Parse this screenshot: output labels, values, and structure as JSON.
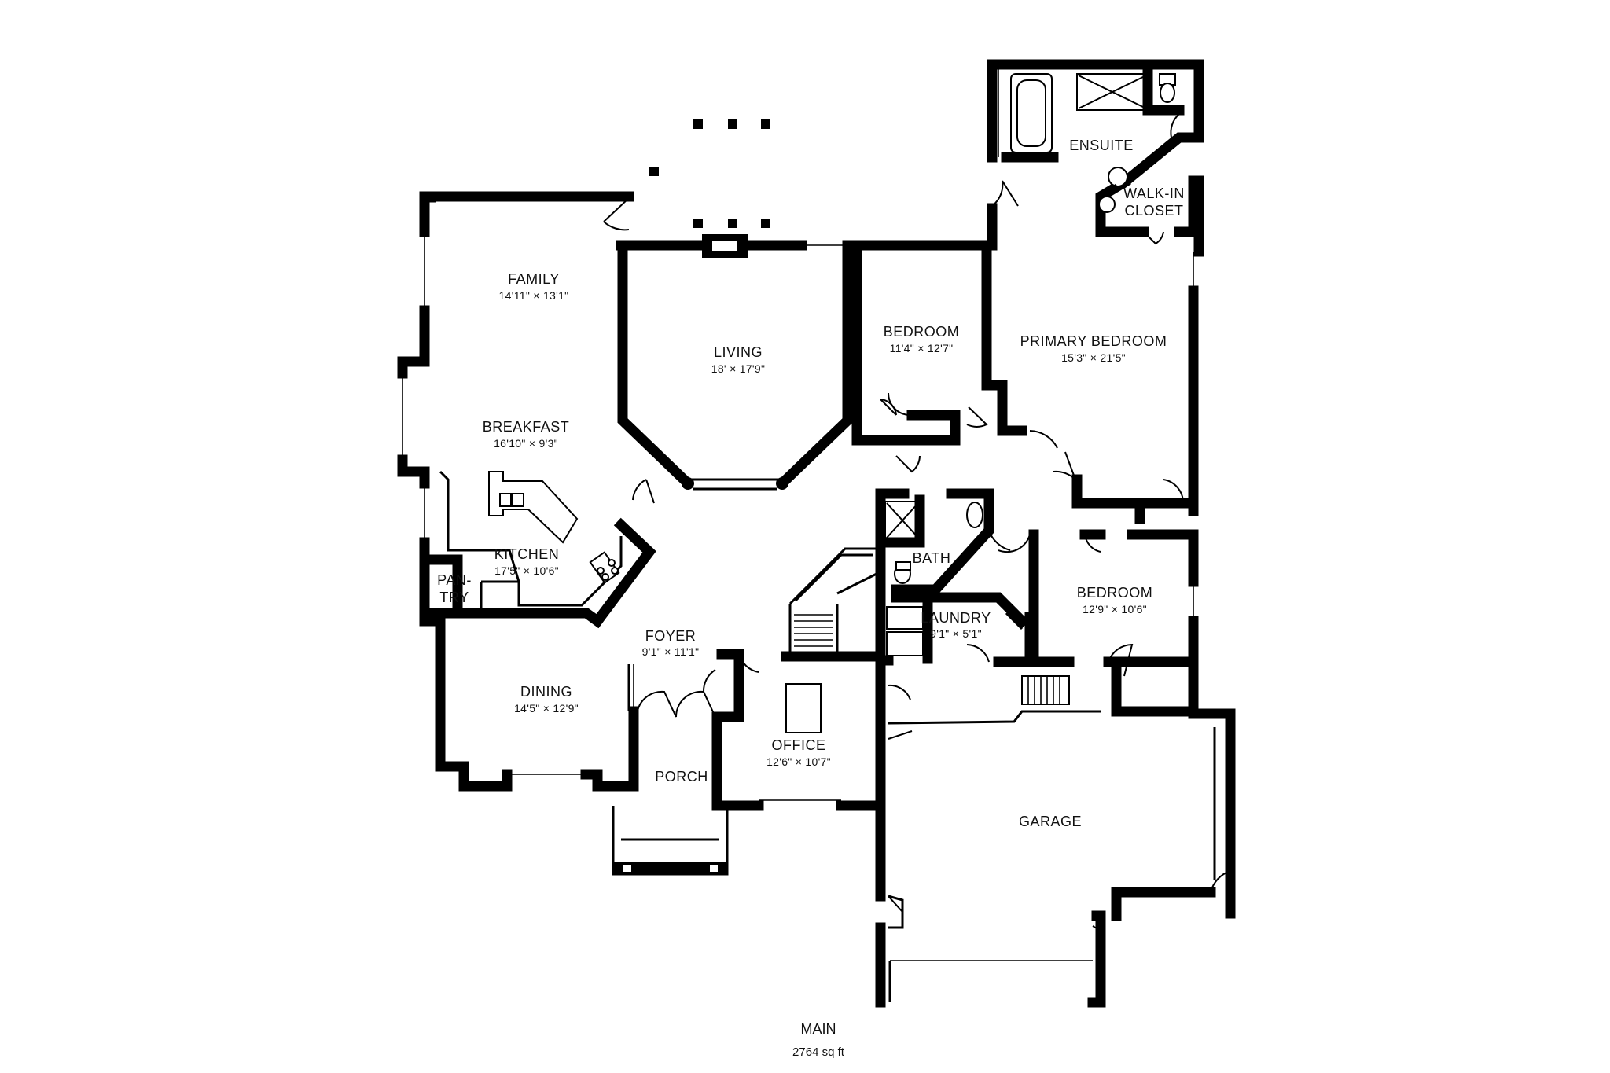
{
  "floor": {
    "name": "MAIN",
    "area": "2764 sq ft"
  },
  "rooms": {
    "family": {
      "name": "FAMILY",
      "dims": "14'11\" × 13'1\""
    },
    "breakfast": {
      "name": "BREAKFAST",
      "dims": "16'10\" × 9'3\""
    },
    "kitchen": {
      "name": "KITCHEN",
      "dims": "17'5\" × 10'6\""
    },
    "pantry": {
      "name_line1": "PAN-",
      "name_line2": "TRY"
    },
    "living": {
      "name": "LIVING",
      "dims": "18' × 17'9\""
    },
    "bedroom_a": {
      "name": "BEDROOM",
      "dims": "11'4\" × 12'7\""
    },
    "primary_bedroom": {
      "name": "PRIMARY BEDROOM",
      "dims": "15'3\" × 21'5\""
    },
    "ensuite": {
      "name": "ENSUITE"
    },
    "walkin_closet": {
      "name_line1": "WALK-IN",
      "name_line2": "CLOSET"
    },
    "bath": {
      "name": "BATH"
    },
    "laundry": {
      "name": "LAUNDRY",
      "dims": "9'1\" × 5'1\""
    },
    "bedroom_b": {
      "name": "BEDROOM",
      "dims": "12'9\" × 10'6\""
    },
    "foyer": {
      "name": "FOYER",
      "dims": "9'1\" × 11'1\""
    },
    "dining": {
      "name": "DINING",
      "dims": "14'5\" × 12'9\""
    },
    "office": {
      "name": "OFFICE",
      "dims": "12'6\" × 10'7\""
    },
    "porch": {
      "name": "PORCH"
    },
    "garage": {
      "name": "GARAGE"
    }
  }
}
